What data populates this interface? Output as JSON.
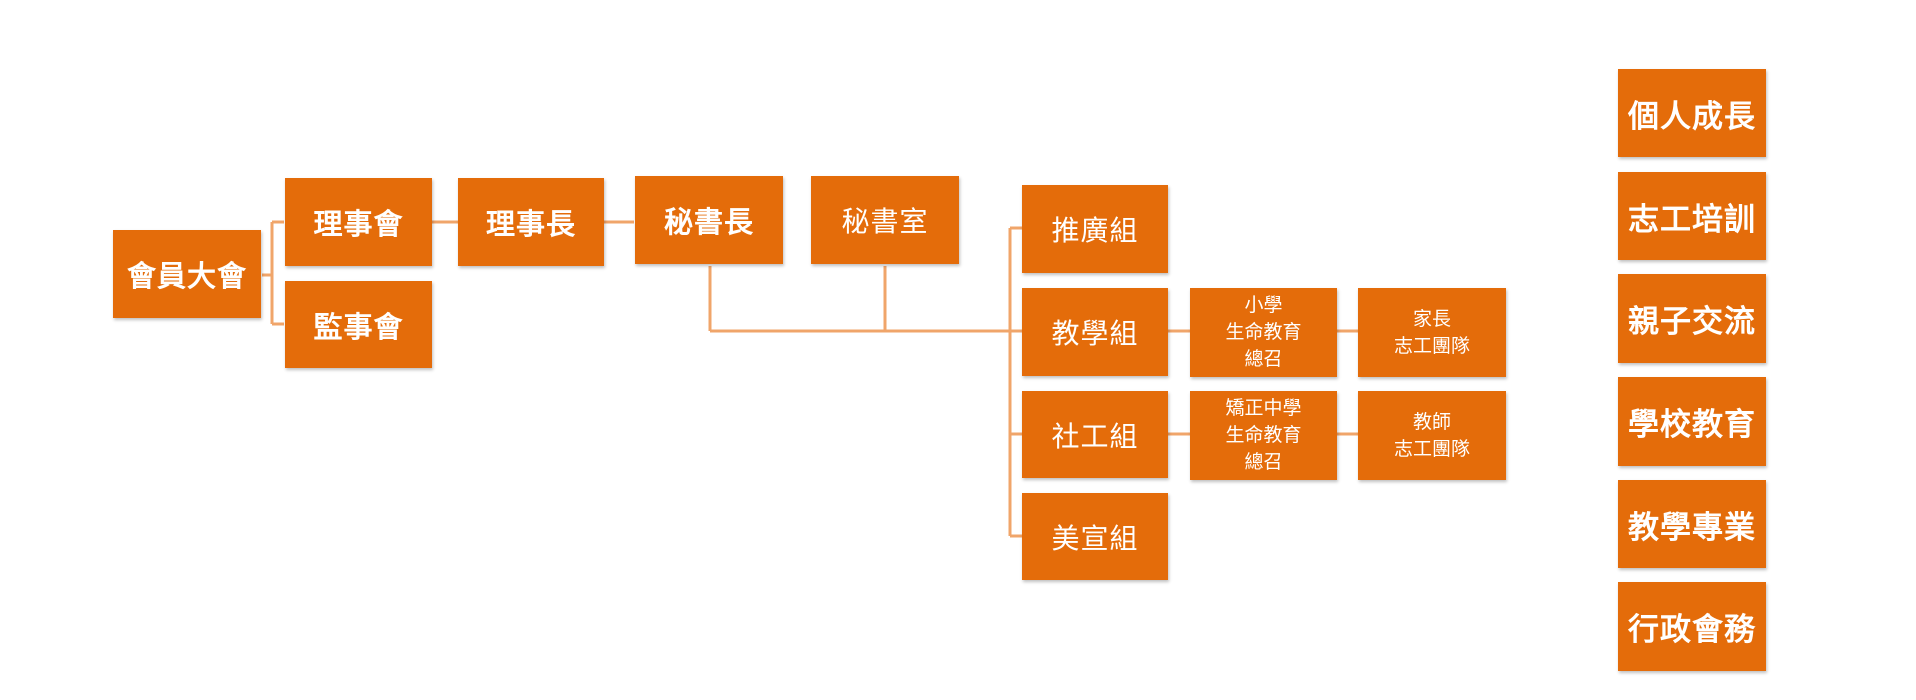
{
  "theme": {
    "box_color": "#e46c0a",
    "line_color": "#f0a56a",
    "text_color": "#ffffff"
  },
  "org_chart": {
    "assembly": "會員大會",
    "board": "理事會",
    "supervisors": "監事會",
    "chairman": "理事長",
    "secretary_general": "秘書長",
    "secretariat": "秘書室",
    "groups": {
      "promotion": "推廣組",
      "teaching": "教學組",
      "social_work": "社工組",
      "design": "美宣組"
    },
    "teaching_branch": {
      "coordinator": "小學\n生命教育\n總召",
      "team": "家長\n志工團隊"
    },
    "social_branch": {
      "coordinator": "矯正中學\n生命教育\n總召",
      "team": "教師\n志工團隊"
    }
  },
  "focus_areas": [
    "個人成長",
    "志工培訓",
    "親子交流",
    "學校教育",
    "教學專業",
    "行政會務"
  ]
}
